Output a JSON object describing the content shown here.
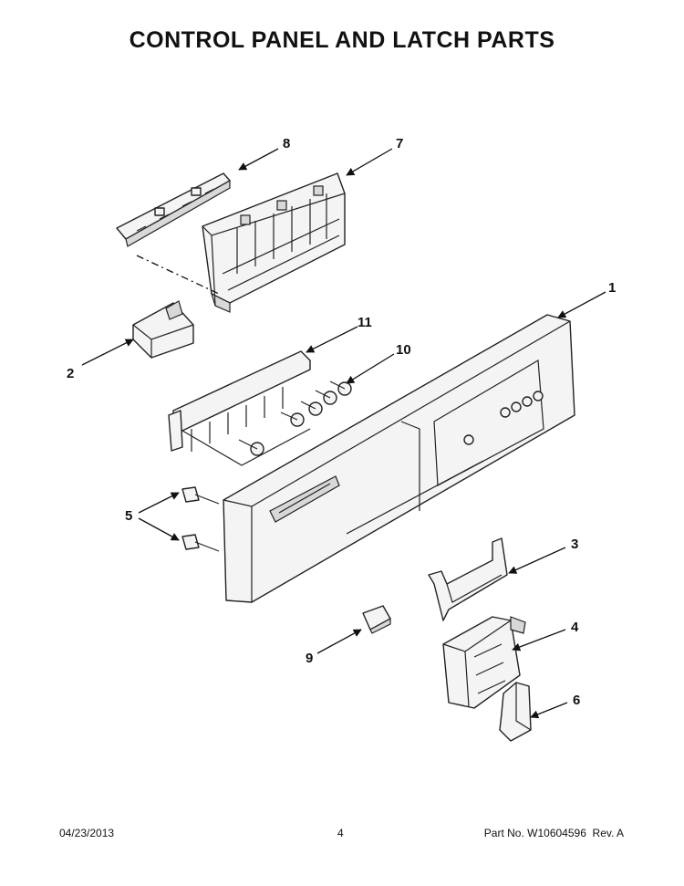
{
  "title": "CONTROL PANEL AND LATCH PARTS",
  "callouts": {
    "c1": "1",
    "c2": "2",
    "c3": "3",
    "c4": "4",
    "c5": "5",
    "c6": "6",
    "c7": "7",
    "c8": "8",
    "c9": "9",
    "c10": "10",
    "c11": "11"
  },
  "footer": {
    "date": "04/23/2013",
    "page": "4",
    "part_no": "Part No. W10604596  Rev. A"
  }
}
